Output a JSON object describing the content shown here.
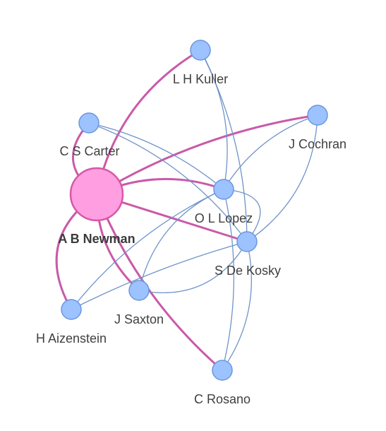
{
  "graph": {
    "center": "A B Newman",
    "colors": {
      "center_fill": "#ff9ee0",
      "center_stroke": "#d559a7",
      "node_fill": "#9cc2ff",
      "node_stroke": "#6b96de",
      "center_edge": "#c95aa8",
      "peer_edge": "#6f93c9"
    },
    "nodes": [
      {
        "id": "newman",
        "label": "A B Newman"
      },
      {
        "id": "kuller",
        "label": "L H Kuller"
      },
      {
        "id": "carter",
        "label": "C S Carter"
      },
      {
        "id": "cochran",
        "label": "J Cochran"
      },
      {
        "id": "lopez",
        "label": "O L Lopez"
      },
      {
        "id": "dekosky",
        "label": "S De Kosky"
      },
      {
        "id": "saxton",
        "label": "J Saxton"
      },
      {
        "id": "aizenstein",
        "label": "H Aizenstein"
      },
      {
        "id": "rosano",
        "label": "C Rosano"
      }
    ],
    "edges": [
      {
        "source": "newman",
        "target": "kuller"
      },
      {
        "source": "newman",
        "target": "carter"
      },
      {
        "source": "newman",
        "target": "cochran"
      },
      {
        "source": "newman",
        "target": "lopez"
      },
      {
        "source": "newman",
        "target": "dekosky"
      },
      {
        "source": "newman",
        "target": "saxton"
      },
      {
        "source": "newman",
        "target": "aizenstein"
      },
      {
        "source": "newman",
        "target": "rosano"
      },
      {
        "source": "kuller",
        "target": "lopez"
      },
      {
        "source": "kuller",
        "target": "dekosky"
      },
      {
        "source": "carter",
        "target": "lopez"
      },
      {
        "source": "carter",
        "target": "dekosky"
      },
      {
        "source": "cochran",
        "target": "lopez"
      },
      {
        "source": "cochran",
        "target": "dekosky"
      },
      {
        "source": "lopez",
        "target": "dekosky"
      },
      {
        "source": "lopez",
        "target": "saxton"
      },
      {
        "source": "lopez",
        "target": "aizenstein"
      },
      {
        "source": "lopez",
        "target": "rosano"
      },
      {
        "source": "dekosky",
        "target": "saxton"
      },
      {
        "source": "dekosky",
        "target": "rosano"
      },
      {
        "source": "dekosky",
        "target": "aizenstein"
      }
    ]
  }
}
